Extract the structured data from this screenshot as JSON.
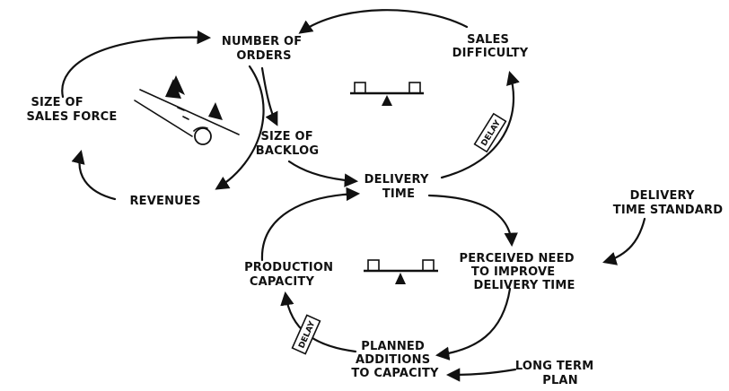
{
  "nodes": {
    "number_of_orders": [
      "NUMBER OF",
      "ORDERS"
    ],
    "sales_difficulty": [
      "SALES",
      "DIFFICULTY"
    ],
    "size_of_sales_force": [
      "SIZE OF",
      "SALES FORCE"
    ],
    "size_of_backlog": [
      "SIZE OF",
      "BACKLOG"
    ],
    "delivery_time": [
      "DELIVERY",
      "TIME"
    ],
    "revenues": [
      "REVENUES"
    ],
    "delivery_time_standard": [
      "DELIVERY",
      "TIME STANDARD"
    ],
    "production_capacity": [
      "PRODUCTION",
      "CAPACITY"
    ],
    "perceived_need": [
      "PERCEIVED NEED",
      "TO IMPROVE",
      "DELIVERY TIME"
    ],
    "planned_additions": [
      "PLANNED",
      "ADDITIONS",
      "TO CAPACITY"
    ],
    "long_term_plan": [
      "LONG TERM",
      "PLAN"
    ]
  },
  "delays": {
    "upper": "DELAY",
    "lower": "DELAY"
  }
}
